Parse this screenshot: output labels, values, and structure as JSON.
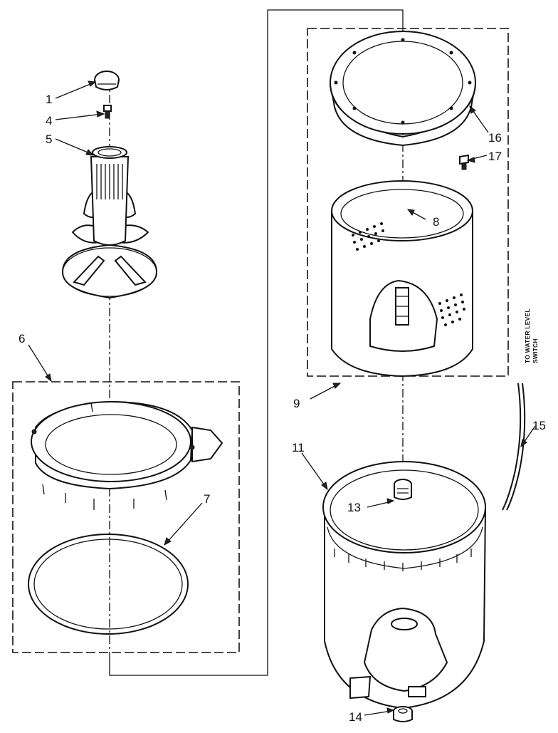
{
  "diagram": {
    "callouts": {
      "c1": "1",
      "c4": "4",
      "c5": "5",
      "c6": "6",
      "c7": "7",
      "c8": "8",
      "c9": "9",
      "c11": "11",
      "c13": "13",
      "c14": "14",
      "c15": "15",
      "c16": "16",
      "c17": "17"
    },
    "hose_note": {
      "line1": "TO WATER LEVEL",
      "line2": "SWITCH"
    }
  }
}
